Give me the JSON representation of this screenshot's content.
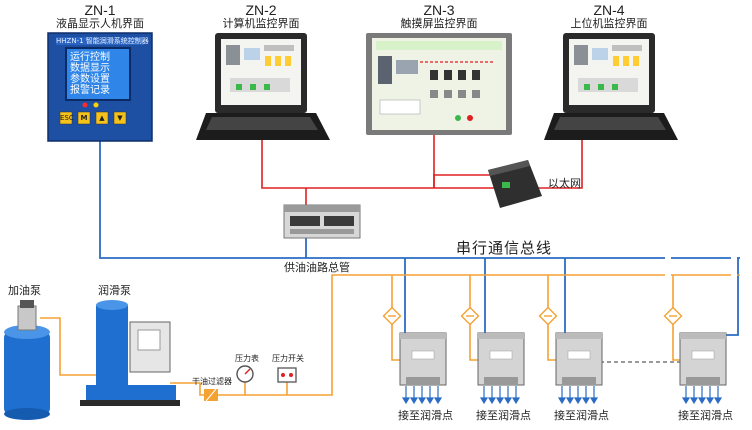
{
  "panels": [
    {
      "code": "ZN-1",
      "name": "液晶显示人机界面"
    },
    {
      "code": "ZN-2",
      "name": "计算机监控界面"
    },
    {
      "code": "ZN-3",
      "name": "触摸屏监控界面"
    },
    {
      "code": "ZN-4",
      "name": "上位机监控界面"
    }
  ],
  "hmi": {
    "header": "HHZN-1 智能润滑系统控制器",
    "screen_lines": [
      "运行控制",
      "数据显示",
      "参数设置",
      "报警记录"
    ],
    "keys": [
      "ESC",
      "M",
      "▲",
      "▼"
    ]
  },
  "labels": {
    "ethernet": "以太网",
    "serial_bus": "串行通信总线",
    "supply_pipe": "供油油路总管",
    "fill_pump": "加油泵",
    "lube_pump": "润滑泵",
    "filter": "干油过滤器",
    "pressure_gauge": "压力表",
    "pressure_switch": "压力开关"
  },
  "lube_points": [
    "接至润滑点",
    "接至润滑点",
    "接至润滑点",
    "接至润滑点"
  ],
  "colors": {
    "bus": "#2b6cc4",
    "pipe": "#f5a234",
    "ethernet": "#e02020",
    "text": "#222222"
  }
}
